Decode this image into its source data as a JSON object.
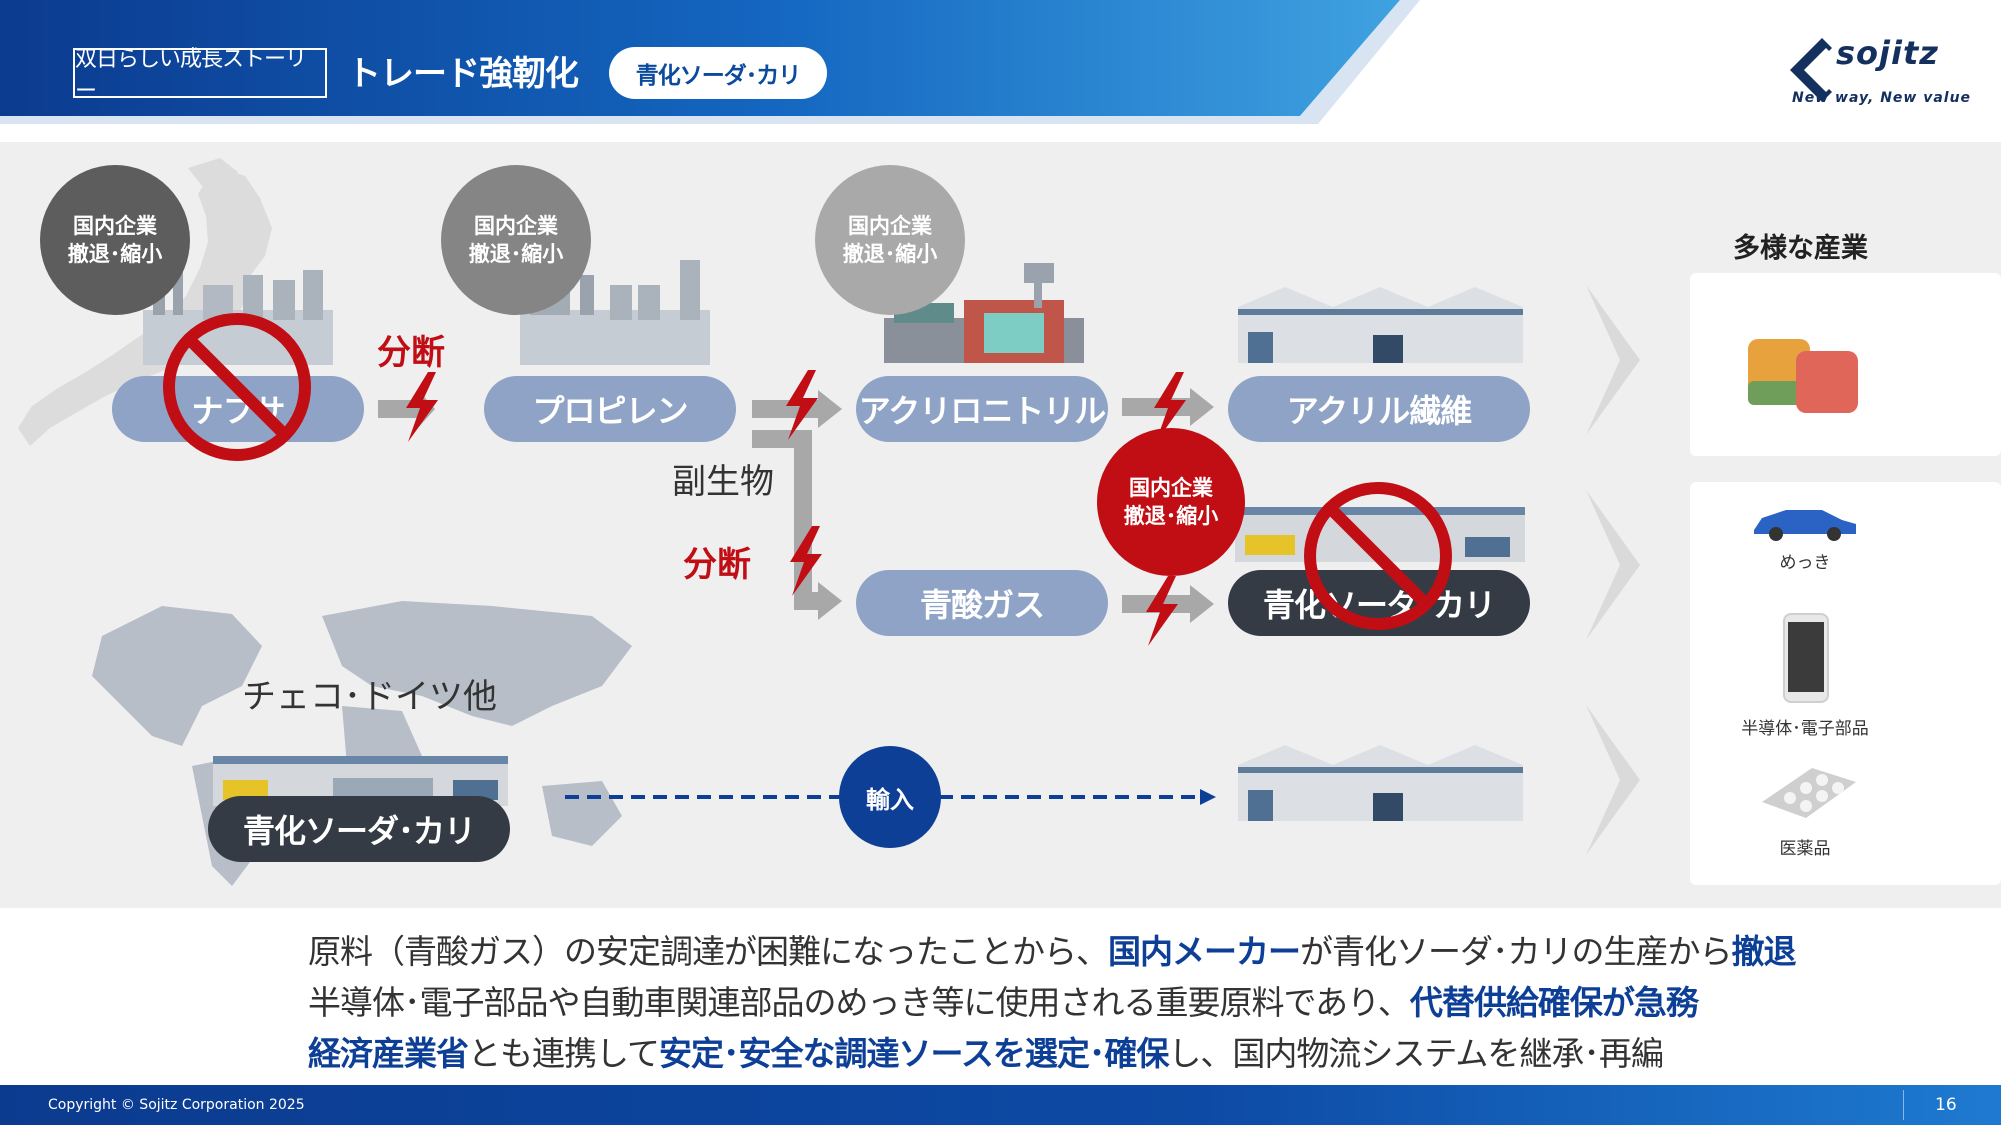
{
  "header": {
    "tag": "双日らしい成長ストーリー",
    "title": "トレード強靭化",
    "pill": "青化ソーダ･カリ"
  },
  "logo": {
    "name": "sojitz",
    "tagline": "New way, New value"
  },
  "bubbles": {
    "b1": {
      "line1": "国内企業",
      "line2": "撤退･縮小"
    },
    "b2": {
      "line1": "国内企業",
      "line2": "撤退･縮小"
    },
    "b3": {
      "line1": "国内企業",
      "line2": "撤退･縮小"
    },
    "b4": {
      "line1": "国内企業",
      "line2": "撤退･縮小"
    }
  },
  "flow": {
    "naphtha": "ナフサ",
    "propylene": "プロピレン",
    "acrylonitrile": "アクリロニトリル",
    "acrylic_fiber": "アクリル繊維",
    "byproduct": "副生物",
    "hcn": "青酸ガス",
    "domestic_product": "青化ソーダ･カリ",
    "split1": "分断",
    "split2": "分断",
    "overseas_region": "チェコ･ドイツ他",
    "overseas_product": "青化ソーダ･カリ",
    "import": "輸入"
  },
  "industries": {
    "title": "多様な産業",
    "plating": "めっき",
    "semiconductor": "半導体･電子部品",
    "pharma": "医薬品"
  },
  "summary": {
    "l1a": "原料（青酸ガス）の安定調達が困難になったことから、",
    "l1b": "国内メーカー",
    "l1c": "が青化ソーダ･カリの生産から",
    "l1d": "撤退",
    "l2a": "半導体･電子部品や自動車関連部品のめっき等に使用される重要原料であり、",
    "l2b": "代替供給確保が急務",
    "l3a": "経済産業省",
    "l3b": "とも連携して",
    "l3c": "安定･安全な調達ソースを選定･確保",
    "l3d": "し、国内物流システムを継承･再編"
  },
  "footer": {
    "copyright": "Copyright © Sojitz Corporation 2025",
    "page": "16"
  },
  "colors": {
    "brand_blue": "#0d3f97",
    "red": "#c10d14",
    "pill_blue": "#8fa3c6",
    "dark": "#343b45"
  }
}
